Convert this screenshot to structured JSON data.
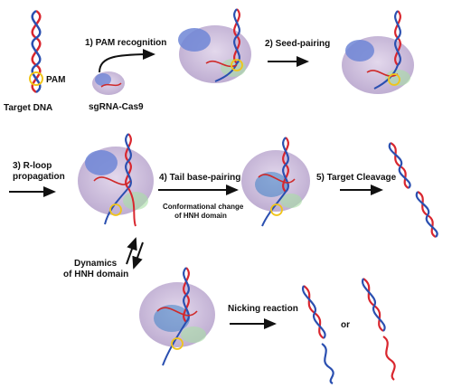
{
  "labels": {
    "pam": "PAM",
    "target_dna": "Target DNA",
    "sgrna_cas9": "sgRNA-Cas9",
    "step1": "1) PAM recognition",
    "step2": "2) Seed-pairing",
    "step3_line1": "3) R-loop",
    "step3_line2": "propagation",
    "step4": "4) Tail base-pairing",
    "step4_note_line1": "Conformational change",
    "step4_note_line2": "of HNH domain",
    "step5": "5) Target Cleavage",
    "dynamics_line1": "Dynamics",
    "dynamics_line2": "of HNH domain",
    "nicking": "Nicking reaction",
    "or": "or"
  },
  "colors": {
    "dna_strand_a": "#d9262e",
    "dna_strand_b": "#2a4fb0",
    "protein": "#c9b8d8",
    "rec_lobe": "#6f86d6",
    "pam_ring": "#f0c419",
    "guide_rna": "#cf2a2a",
    "hnh": "#3fa04f",
    "arrow": "#111111"
  }
}
